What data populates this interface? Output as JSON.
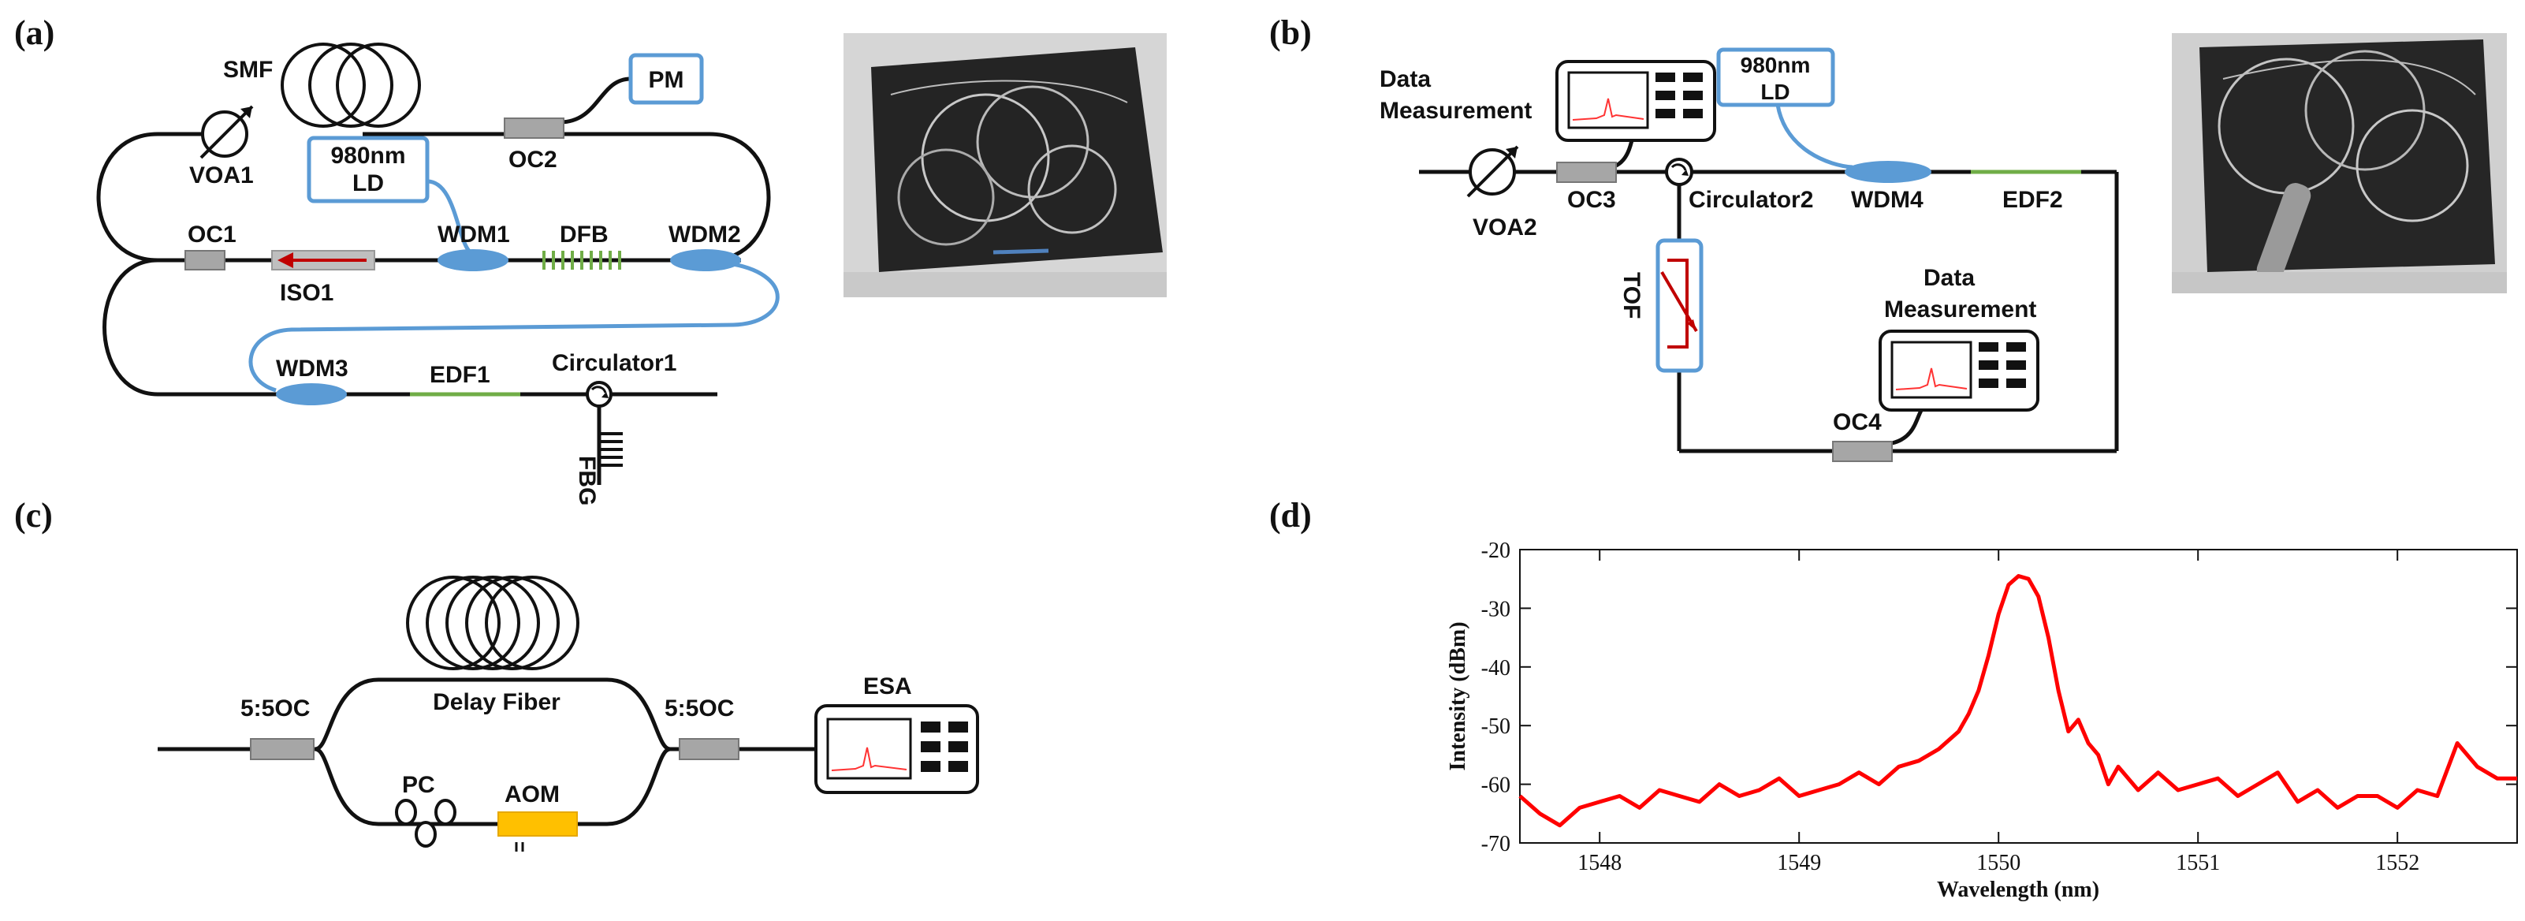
{
  "panels": {
    "a": {
      "label": "(a)",
      "SMF": "SMF",
      "VOA1": "VOA1",
      "OC2": "OC2",
      "PM": "PM",
      "LD_line1": "980nm",
      "LD_line2": "LD",
      "OC1": "OC1",
      "ISO1": "ISO1",
      "WDM1": "WDM1",
      "DFB": "DFB",
      "WDM2": "WDM2",
      "WDM3": "WDM3",
      "EDF1": "EDF1",
      "Circulator1": "Circulator1",
      "FBG": "FBG"
    },
    "b": {
      "label": "(b)",
      "DM1_line1": "Data",
      "DM1_line2": "Measurement",
      "LD_line1": "980nm",
      "LD_line2": "LD",
      "VOA2": "VOA2",
      "OC3": "OC3",
      "Circulator2": "Circulator2",
      "WDM4": "WDM4",
      "EDF2": "EDF2",
      "TOF": "TOF",
      "DM2_line1": "Data",
      "DM2_line2": "Measurement",
      "OC4": "OC4"
    },
    "c": {
      "label": "(c)",
      "OC_left": "5:5OC",
      "delay": "Delay Fiber",
      "OC_right": "5:5OC",
      "ESA": "ESA",
      "PC": "PC",
      "AOM": "AOM"
    },
    "d": {
      "label": "(d)"
    }
  },
  "colors": {
    "fiber": "#111111",
    "pump": "#5b9bd5",
    "edf": "#70ad47",
    "wdm": "#5b9bd5",
    "coupler": "#a6a6a6",
    "isolator": "#c00000",
    "aom": "#ffc000",
    "spectrum": "#ff0000"
  },
  "chart_data": {
    "type": "line",
    "xlabel": "Wavelength (nm)",
    "ylabel": "Intensity (dBm)",
    "xlim": [
      1547.6,
      1552.6
    ],
    "ylim": [
      -70,
      -20
    ],
    "xticks": [
      1548,
      1549,
      1550,
      1551,
      1552
    ],
    "yticks": [
      -20,
      -30,
      -40,
      -50,
      -60,
      -70
    ],
    "grid": false,
    "series": [
      {
        "color": "#ff0000",
        "x": [
          1547.6,
          1547.7,
          1547.8,
          1547.9,
          1548.0,
          1548.1,
          1548.2,
          1548.3,
          1548.4,
          1548.5,
          1548.6,
          1548.7,
          1548.8,
          1548.9,
          1549.0,
          1549.1,
          1549.2,
          1549.3,
          1549.4,
          1549.5,
          1549.6,
          1549.7,
          1549.8,
          1549.85,
          1549.9,
          1549.95,
          1550.0,
          1550.05,
          1550.1,
          1550.15,
          1550.2,
          1550.25,
          1550.3,
          1550.35,
          1550.4,
          1550.45,
          1550.5,
          1550.55,
          1550.6,
          1550.7,
          1550.8,
          1550.9,
          1551.0,
          1551.1,
          1551.2,
          1551.3,
          1551.4,
          1551.5,
          1551.6,
          1551.7,
          1551.8,
          1551.9,
          1552.0,
          1552.1,
          1552.2,
          1552.3,
          1552.4,
          1552.5,
          1552.6
        ],
        "y": [
          -62,
          -65,
          -67,
          -64,
          -63,
          -62,
          -64,
          -61,
          -62,
          -63,
          -60,
          -62,
          -61,
          -59,
          -62,
          -61,
          -60,
          -58,
          -60,
          -57,
          -56,
          -54,
          -51,
          -48,
          -44,
          -38,
          -31,
          -26,
          -24.5,
          -25,
          -28,
          -35,
          -44,
          -51,
          -49,
          -53,
          -55,
          -60,
          -57,
          -61,
          -58,
          -61,
          -60,
          -59,
          -62,
          -60,
          -58,
          -63,
          -61,
          -64,
          -62,
          -62,
          -64,
          -61,
          -62,
          -53,
          -57,
          -59,
          -59
        ]
      }
    ]
  }
}
